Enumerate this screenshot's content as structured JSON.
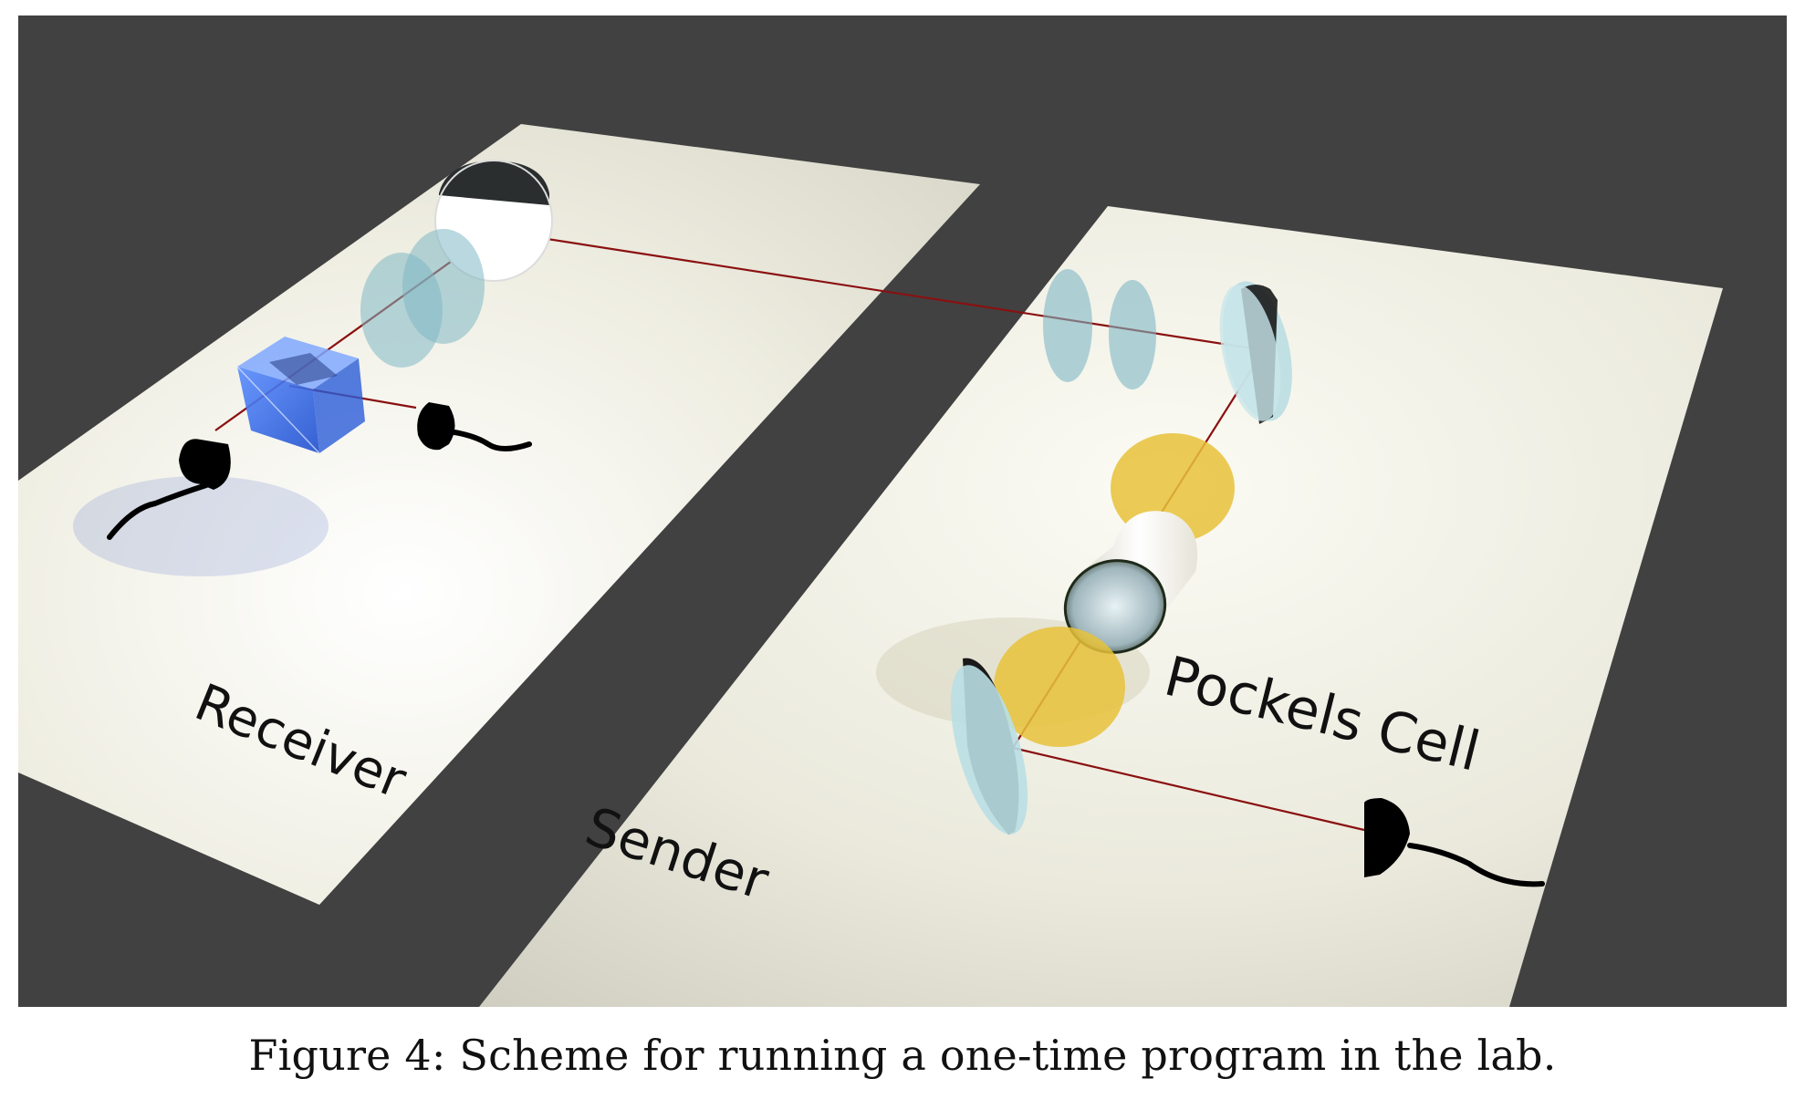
{
  "labels": {
    "receiver": "Receiver",
    "sender": "Sender",
    "pockels_cell": "Pockels Cell"
  },
  "caption": "Figure 4: Scheme for running a one-time program in the lab.",
  "colors": {
    "background": "#414141",
    "table": "#ecebdd",
    "laser": "#8a1010",
    "waveplate": "#7fb8c4",
    "polarizer": "#e8c23a",
    "beam_splitter": "#2f6fe8",
    "detector": "#000000"
  }
}
